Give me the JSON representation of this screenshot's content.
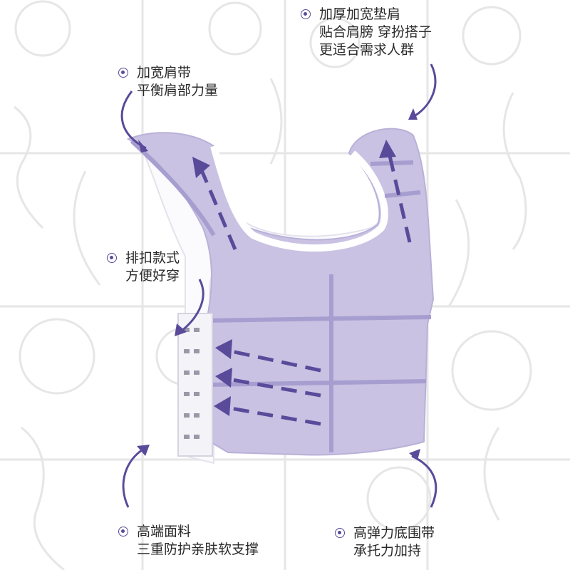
{
  "accent_color": "#5a4a9a",
  "garment_color": "#c9c2e3",
  "callouts": {
    "shoulder_pad": {
      "icon": "badge-icon",
      "lines": [
        "加厚加宽垫肩",
        "贴合肩膀 穿扮搭子",
        "更适合需求人群"
      ]
    },
    "strap": {
      "icon": "badge-icon",
      "lines": [
        "加宽肩带",
        "平衡肩部力量"
      ]
    },
    "hook": {
      "icon": "badge-icon",
      "lines": [
        "排扣款式",
        "方便好穿"
      ]
    },
    "fabric": {
      "icon": "badge-icon",
      "lines": [
        "高端面料",
        "三重防护亲肤软支撑"
      ]
    },
    "hem": {
      "icon": "badge-icon",
      "lines": [
        "高弹力底围带",
        "承托力加持"
      ]
    }
  }
}
